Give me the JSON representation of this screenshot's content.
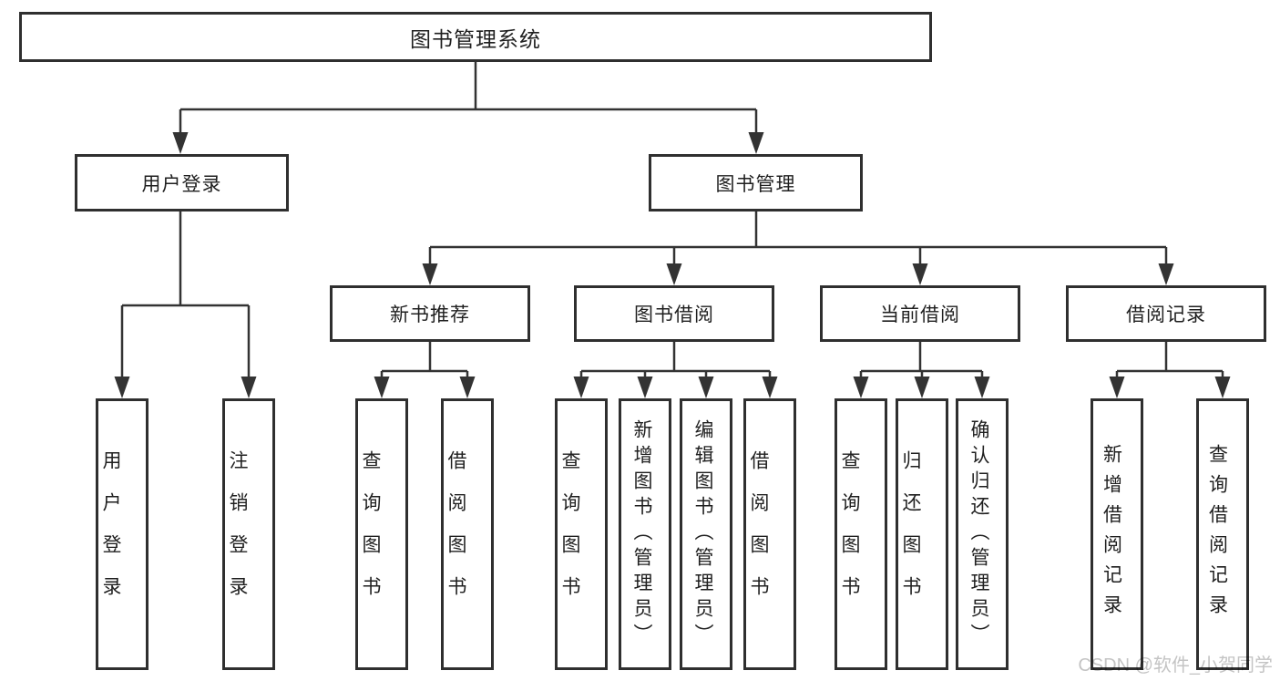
{
  "tree": {
    "root": "图书管理系统",
    "branches": [
      {
        "label": "用户登录",
        "children": [
          "用户登录",
          "注销登录"
        ]
      },
      {
        "label": "图书管理",
        "sections": [
          {
            "label": "新书推荐",
            "children": [
              "查询图书",
              "借阅图书"
            ]
          },
          {
            "label": "图书借阅",
            "children": [
              "查询图书",
              "新增图书（管理员）",
              "编辑图书（管理员）",
              "借阅图书"
            ]
          },
          {
            "label": "当前借阅",
            "children": [
              "查询图书",
              "归还图书",
              "确认归还（管理员）"
            ]
          },
          {
            "label": "借阅记录",
            "children": [
              "新增借阅记录",
              "查询借阅记录"
            ]
          }
        ]
      }
    ]
  },
  "watermark": "CSDN @软件_小贺同学",
  "colors": {
    "line": "#333333",
    "box_border": "#2f2f2f",
    "text": "#1f1f1f",
    "watermark": "#c4c4c4",
    "background": "#ffffff"
  }
}
